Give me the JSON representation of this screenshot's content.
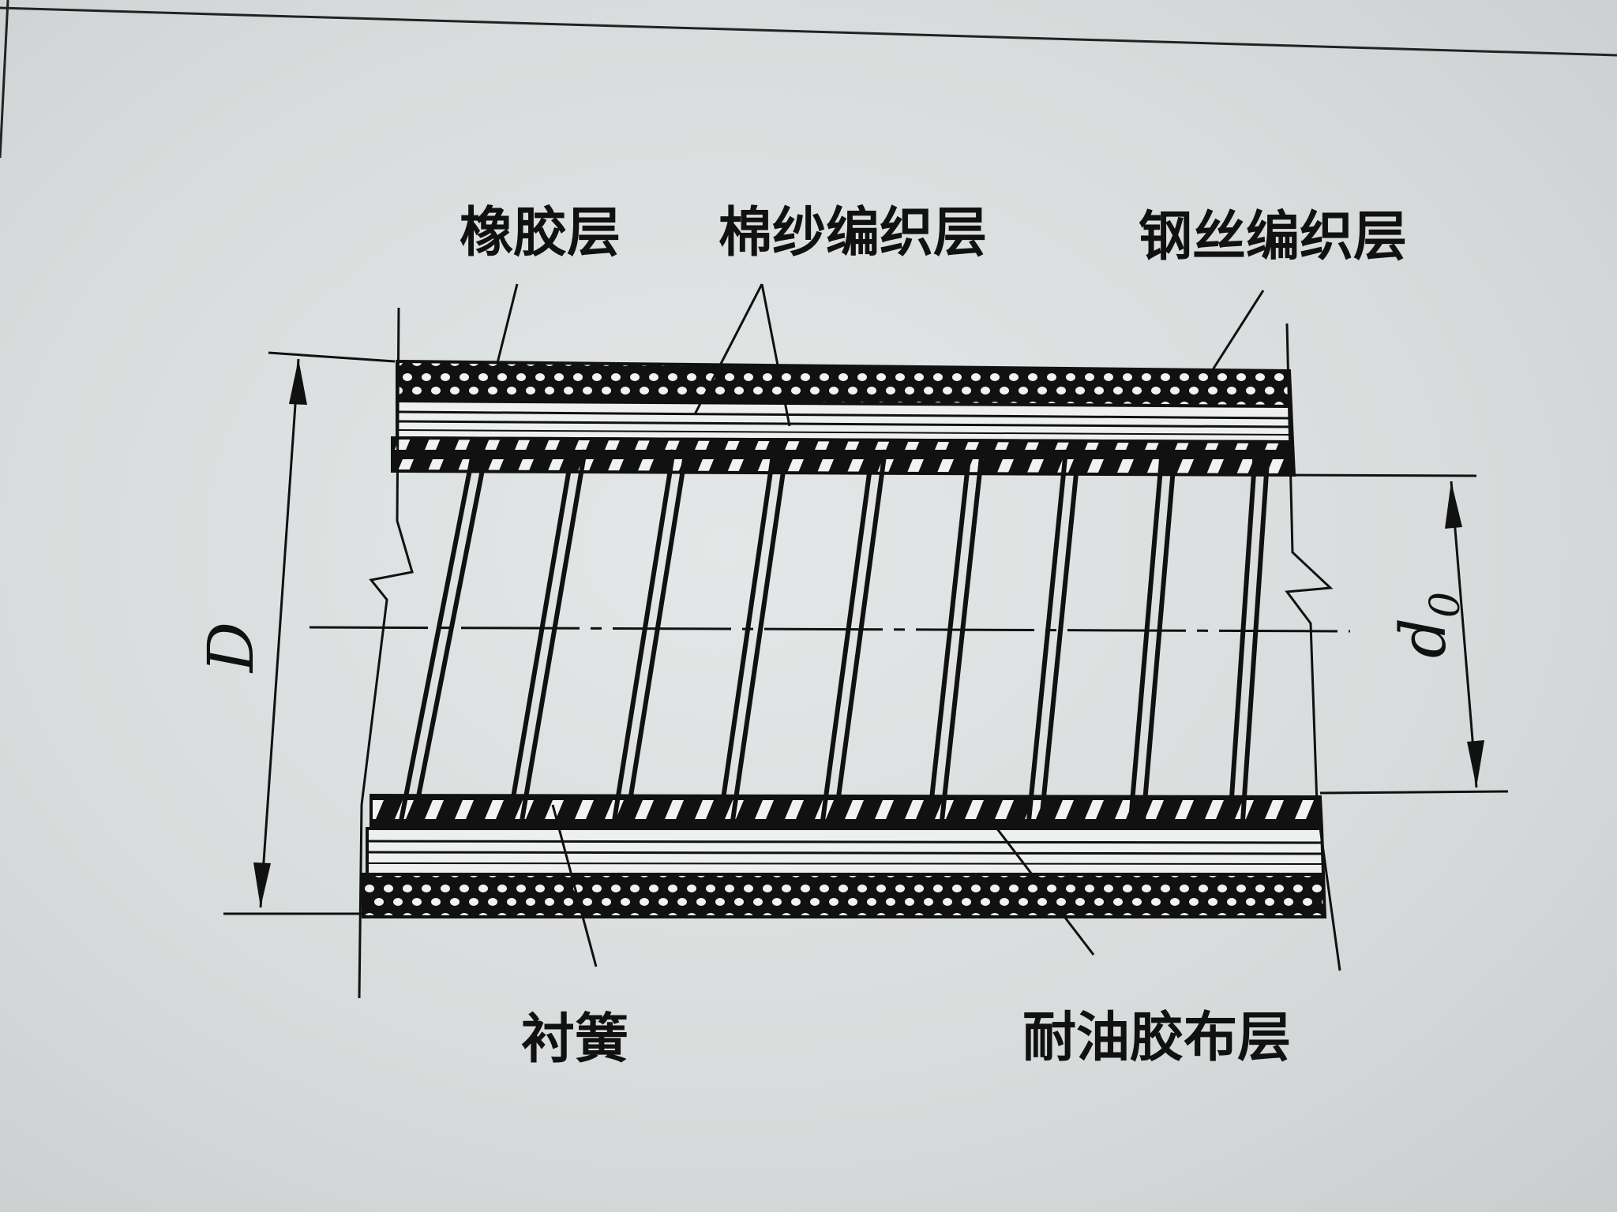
{
  "diagram": {
    "labels": {
      "rubber_layer": "橡胶层",
      "cotton_braid_layer": "棉纱编织层",
      "steel_wire_braid_layer": "钢丝编织层",
      "liner_spring": "衬簧",
      "oil_resistant_rubber_cloth_layer": "耐油胶布层"
    },
    "dimensions": {
      "outer_diameter": "D",
      "inner_diameter_base": "d",
      "inner_diameter_sub": "0"
    }
  }
}
